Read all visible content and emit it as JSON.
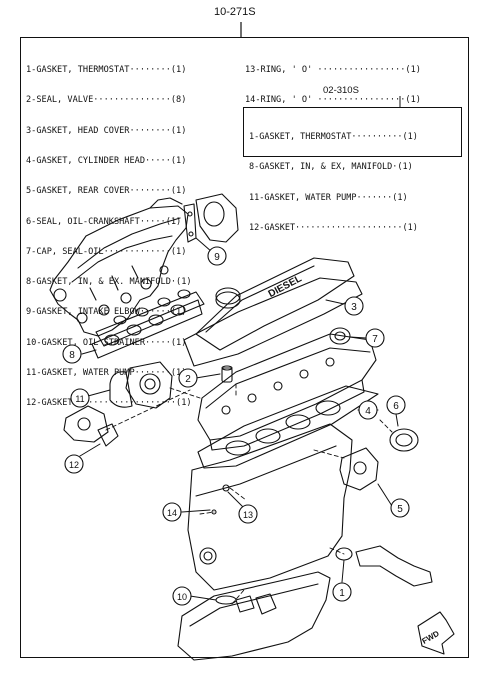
{
  "kit": {
    "part_number": "10-271S",
    "items": [
      "1-GASKET, THERMOSTAT········(1)",
      "2-SEAL, VALVE···············(8)",
      "3-GASKET, HEAD COVER········(1)",
      "4-GASKET, CYLINDER HEAD·····(1)",
      "5-GASKET, REAR COVER········(1)",
      "6-SEAL, OIL-CRANKSHAFT·····(1)",
      "7-CAP, SEAL-OIL·············(1)",
      "8-GASKET, IN, & EX. MANIFOLD·(1)",
      "9-GASKET, INTAKE ELBOW······(1)",
      "10-GASKET, OIL STRAINER·····(1)",
      "11-GASKET, WATER PUMP·······(1)",
      "12-GASKET····················(1)"
    ],
    "items_right": [
      "13-RING, ' O' ·················(1)",
      "14-RING, ' O' ·················(1)"
    ]
  },
  "sub_kit": {
    "part_number": "02-310S",
    "items": [
      "1-GASKET, THERMOSTAT··········(1)",
      "8-GASKET, IN, & EX, MANIFOLD·(1)",
      "11-GASKET, WATER PUMP·······(1)",
      "12-GASKET·····················(1)"
    ]
  },
  "diagram": {
    "head_cover_text": "DIESEL",
    "fwd_label": "FWD",
    "callouts": [
      "1",
      "2",
      "3",
      "4",
      "5",
      "6",
      "7",
      "8",
      "9",
      "10",
      "11",
      "12",
      "13",
      "14"
    ]
  }
}
